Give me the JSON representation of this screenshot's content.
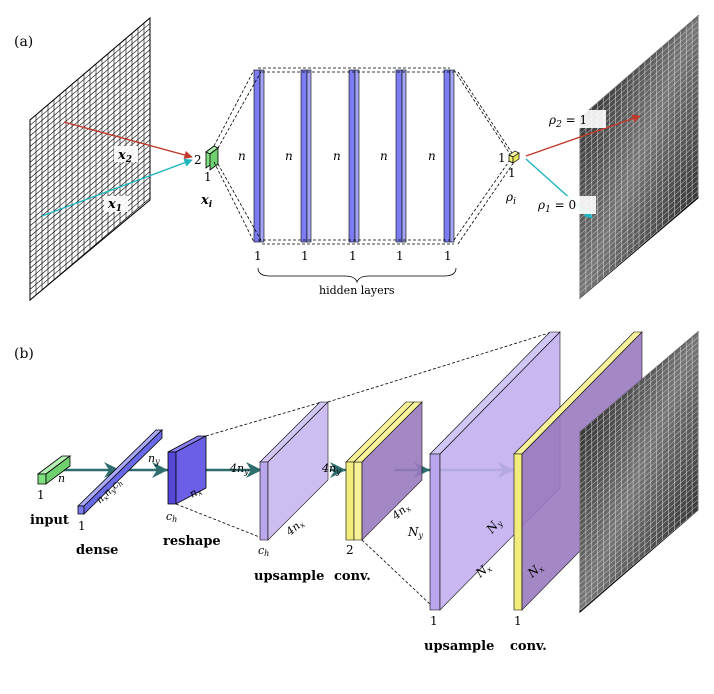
{
  "panel_a": {
    "label": "(a)",
    "x2_label": "x",
    "x2_sub": "2",
    "x1_label": "x",
    "x1_sub": "1",
    "input_dim_2": "2",
    "input_dim_1": "1",
    "xi_label": "x",
    "xi_sub": "i",
    "layer_width_labels": [
      "n",
      "n",
      "n",
      "n",
      "n"
    ],
    "layer_bottom_labels": [
      "1",
      "1",
      "1",
      "1",
      "1"
    ],
    "hidden_layers_label": "hidden layers",
    "out_dim_1a": "1",
    "out_dim_1b": "1",
    "rho_i": "ρ",
    "rho_i_sub": "i",
    "rho2": "ρ",
    "rho2_sub": "2",
    "rho2_val": " = 1",
    "rho1": "ρ",
    "rho1_sub": "1",
    "rho1_val": " = 0"
  },
  "panel_b": {
    "label": "(b)",
    "input_n": "n",
    "input_1": "1",
    "input_label": "input",
    "dense_1": "1",
    "dense_size": "nxnych",
    "dense_label": "dense",
    "reshape_ny": "ny",
    "reshape_nx": "nx",
    "reshape_ch": "ch",
    "reshape_label": "reshape",
    "up1_4ny": "4ny",
    "up1_ch": "ch",
    "up1_4nx": "4nx",
    "up1_label": "upsample",
    "conv1_4ny": "4ny",
    "conv1_4nx": "4nx",
    "conv1_2": "2",
    "conv1_label": "conv.",
    "up2_Ny": "Ny",
    "up2_Nx": "Nx",
    "up2_1": "1",
    "up2_label": "upsample",
    "conv2_Ny": "Ny",
    "conv2_Nx": "Nx",
    "conv2_1": "1",
    "conv2_label": "conv."
  },
  "colors": {
    "hidden": "#7b7bf2",
    "input": "#7fe07f",
    "output": "#f2f27a",
    "dense": "#7b7bf2",
    "reshape": "#5548d8",
    "upsample": "#b9a6ec",
    "conv": "#9b7bbf",
    "conv_edge": "#f7f29a",
    "arrow": "#2e6e6e",
    "red": "#c0392b",
    "cyan": "#1cb5c0"
  }
}
